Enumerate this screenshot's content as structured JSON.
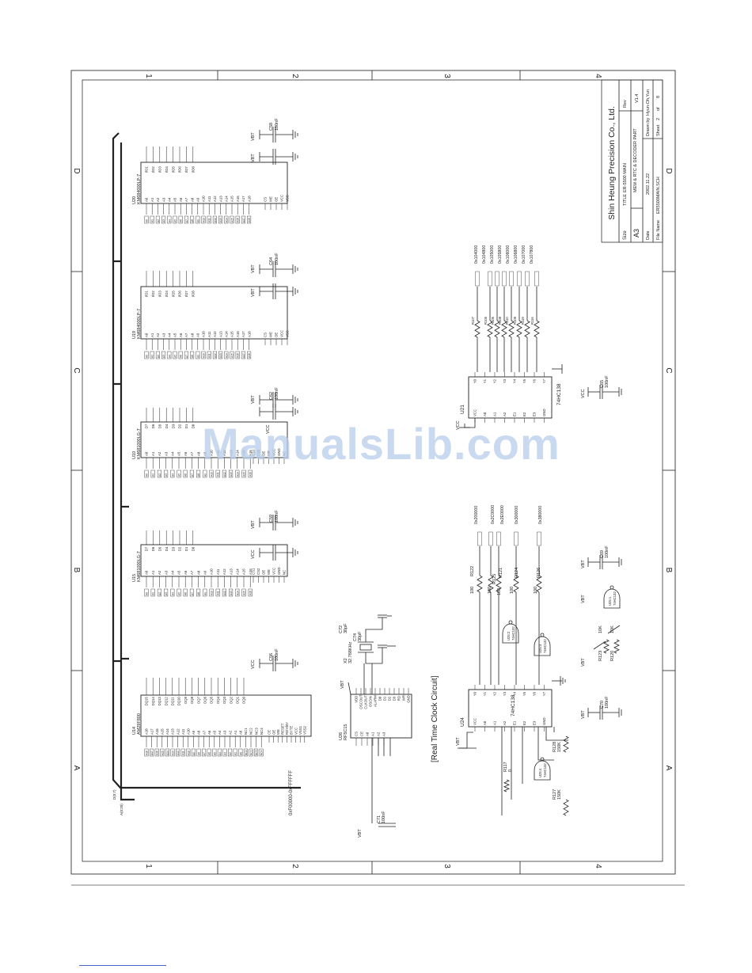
{
  "zones": {
    "rows": [
      "1",
      "2",
      "3",
      "4"
    ],
    "cols": [
      "A",
      "B",
      "C",
      "D"
    ]
  },
  "title_block": {
    "company": "Shin Heung Precision Co., Ltd.",
    "size_label": "Size",
    "size_value": "A3",
    "title_label": "TITLE",
    "title_line1": "ER-5500 MAIN",
    "title_line2": "MEM & RTC & DECODER PART",
    "rev_label": "Rev",
    "rev_value": "V1.4",
    "date_label": "Date",
    "date_value": "2002.11.22",
    "drawn_label": "Drawn by",
    "drawn_value": "Hyun-Oh,Yun",
    "file_label": "File Name",
    "file_value": "ER5500MAIN.SCH",
    "sheet_label": "Sheet",
    "sheet_value": "2",
    "sheet_of": "of",
    "sheet_total": "8"
  },
  "chips": {
    "u14": {
      "ref": "U14",
      "part": "AM29F800"
    },
    "u15": {
      "ref": "U15",
      "part": "KM681000LG-7"
    },
    "u10": {
      "ref": "U10",
      "part": "KM681000LG-7"
    },
    "u19": {
      "ref": "U19",
      "part": "KM684000LP-7"
    },
    "u20": {
      "ref": "U20",
      "part": "KM684000LP-7"
    },
    "u26": {
      "ref": "U26",
      "part": "RF5C15"
    },
    "u24": {
      "ref": "U24",
      "part": "74HC138"
    },
    "u21": {
      "ref": "U21",
      "part": "74HC138"
    }
  },
  "caps": {
    "c56": {
      "ref": "C56",
      "val": "100nF"
    },
    "c59": {
      "ref": "C59",
      "val": "100nF"
    },
    "c62": {
      "ref": "C62",
      "val": "100nF"
    },
    "c64": {
      "ref": "C64",
      "val": "100nF"
    },
    "c58": {
      "ref": "C58",
      "val": "100nF"
    },
    "c71": {
      "ref": "C71",
      "val": "100nF"
    },
    "c72": {
      "ref": "C72",
      "val": "30pF"
    },
    "c74": {
      "ref": "C74",
      "val": "30pF"
    },
    "c70": {
      "ref": "C70",
      "val": "100nF"
    },
    "c69": {
      "ref": "C69",
      "val": "100nF"
    },
    "c65": {
      "ref": "C65",
      "val": "100nF"
    }
  },
  "crystal": {
    "ref": "X2",
    "val": "32.768KHz"
  },
  "rails": {
    "vcc": "VCC",
    "vbt": "VBT"
  },
  "rtc_title": "[Real Time Clock Circuit]",
  "flash_range": "0xF00000-0xFFFFFF",
  "u24_addresses": [
    "0x200000",
    "0x2C0000",
    "0x2E0000",
    "0x300000",
    "0x380000"
  ],
  "u21_addresses": [
    "0x104000",
    "0x104800",
    "0x105000",
    "0x105800",
    "0x106000",
    "0x106800",
    "0x107000",
    "0x107800"
  ],
  "u14_left_pins": [
    "A18",
    "A17",
    "A16",
    "A15",
    "A14",
    "A13",
    "A12",
    "A11",
    "A10",
    "A9",
    "A8",
    "A7",
    "A6",
    "A5",
    "A4",
    "A3",
    "A2",
    "A1",
    "A0",
    "NC1",
    "NC2",
    "NC3",
    "NC4"
  ],
  "u14_right_pins": [
    "DQ15",
    "DQ14",
    "DQ13",
    "DQ12",
    "DQ11",
    "DQ10",
    "DQ9",
    "DQ8",
    "DQ7",
    "DQ6",
    "DQ5",
    "DQ4",
    "DQ3",
    "DQ2",
    "DQ1",
    "DQ0"
  ],
  "u14_ctrl_pins": [
    "CE",
    "OE",
    "WE",
    "RESET",
    "RDY/BY",
    "BYTE",
    "VCC",
    "VSS1",
    "VSS2"
  ],
  "sram1m_left_pins": [
    "A0",
    "A1",
    "A2",
    "A3",
    "A4",
    "A5",
    "A6",
    "A7",
    "A8",
    "A9",
    "A10",
    "A11",
    "A12",
    "A13",
    "A14",
    "A15",
    "A16"
  ],
  "sram1m_right_pins": [
    "D7",
    "D6",
    "D5",
    "D4",
    "D3",
    "D2",
    "D1",
    "D0"
  ],
  "sram1m_ctrl_pins": [
    "CS1",
    "CS2",
    "OE",
    "WE",
    "VCC",
    "GND",
    "NC"
  ],
  "sram4m_left_pins": [
    "A0",
    "A1",
    "A2",
    "A3",
    "A4",
    "A5",
    "A6",
    "A7",
    "A8",
    "A9",
    "A10",
    "A11",
    "A12",
    "A13",
    "A14",
    "A15",
    "A16",
    "A17",
    "A18"
  ],
  "sram4m_right_pins": [
    "I/O1",
    "I/O2",
    "I/O3",
    "I/O4",
    "I/O5",
    "I/O6",
    "I/O7",
    "I/O8"
  ],
  "sram4m_ctrl_pins": [
    "CS",
    "WE",
    "OE",
    "VCC",
    "VSS"
  ],
  "rtc_pins": [
    "CS",
    "CE",
    "A0",
    "A1",
    "A2",
    "A3",
    "VDD",
    "OSCOUT",
    "CLKOUT",
    "OSCIN",
    "ALARM",
    "D0",
    "D1",
    "D2",
    "D3",
    "RD",
    "WR",
    "GND"
  ],
  "dec_pins": [
    "VCC",
    "A0",
    "A1",
    "A2",
    "E1",
    "E2",
    "E3",
    "GND",
    "Y0",
    "Y1",
    "Y2",
    "Y3",
    "Y4",
    "Y5",
    "Y6",
    "Y7"
  ],
  "resistors": {
    "r117": {
      "ref": "R117",
      "val": "0"
    },
    "r127": {
      "ref": "R127",
      "val": "150K"
    },
    "r128": {
      "ref": "R128",
      "val": "150K"
    },
    "r122": {
      "ref": "R122",
      "val": "100"
    },
    "r125": {
      "ref": "R125",
      "val": "100"
    },
    "r121": {
      "ref": "R121",
      "val": "100"
    },
    "r124": {
      "ref": "R124",
      "val": "100"
    },
    "r126": {
      "ref": "R126",
      "val": "100"
    },
    "r123": {
      "ref": "R123",
      "val": "10K"
    },
    "r120": {
      "ref": "R120",
      "val": "10K"
    }
  },
  "r_u21": [
    "R107",
    "R105",
    "R106",
    "R108",
    "R110",
    "R109",
    "R119",
    "R116"
  ],
  "gates": {
    "u25_1": {
      "ref": "U25:1",
      "part": "74HC132"
    },
    "u25_2": {
      "ref": "U25:2",
      "part": "74HC132"
    },
    "u25_3": {
      "ref": "U25:3",
      "part": "74HC132"
    },
    "u25_4": {
      "ref": "U25:4",
      "part": "74HC132"
    }
  },
  "bus": {
    "d": "D(0:7)",
    "a": "A(0:20)"
  }
}
